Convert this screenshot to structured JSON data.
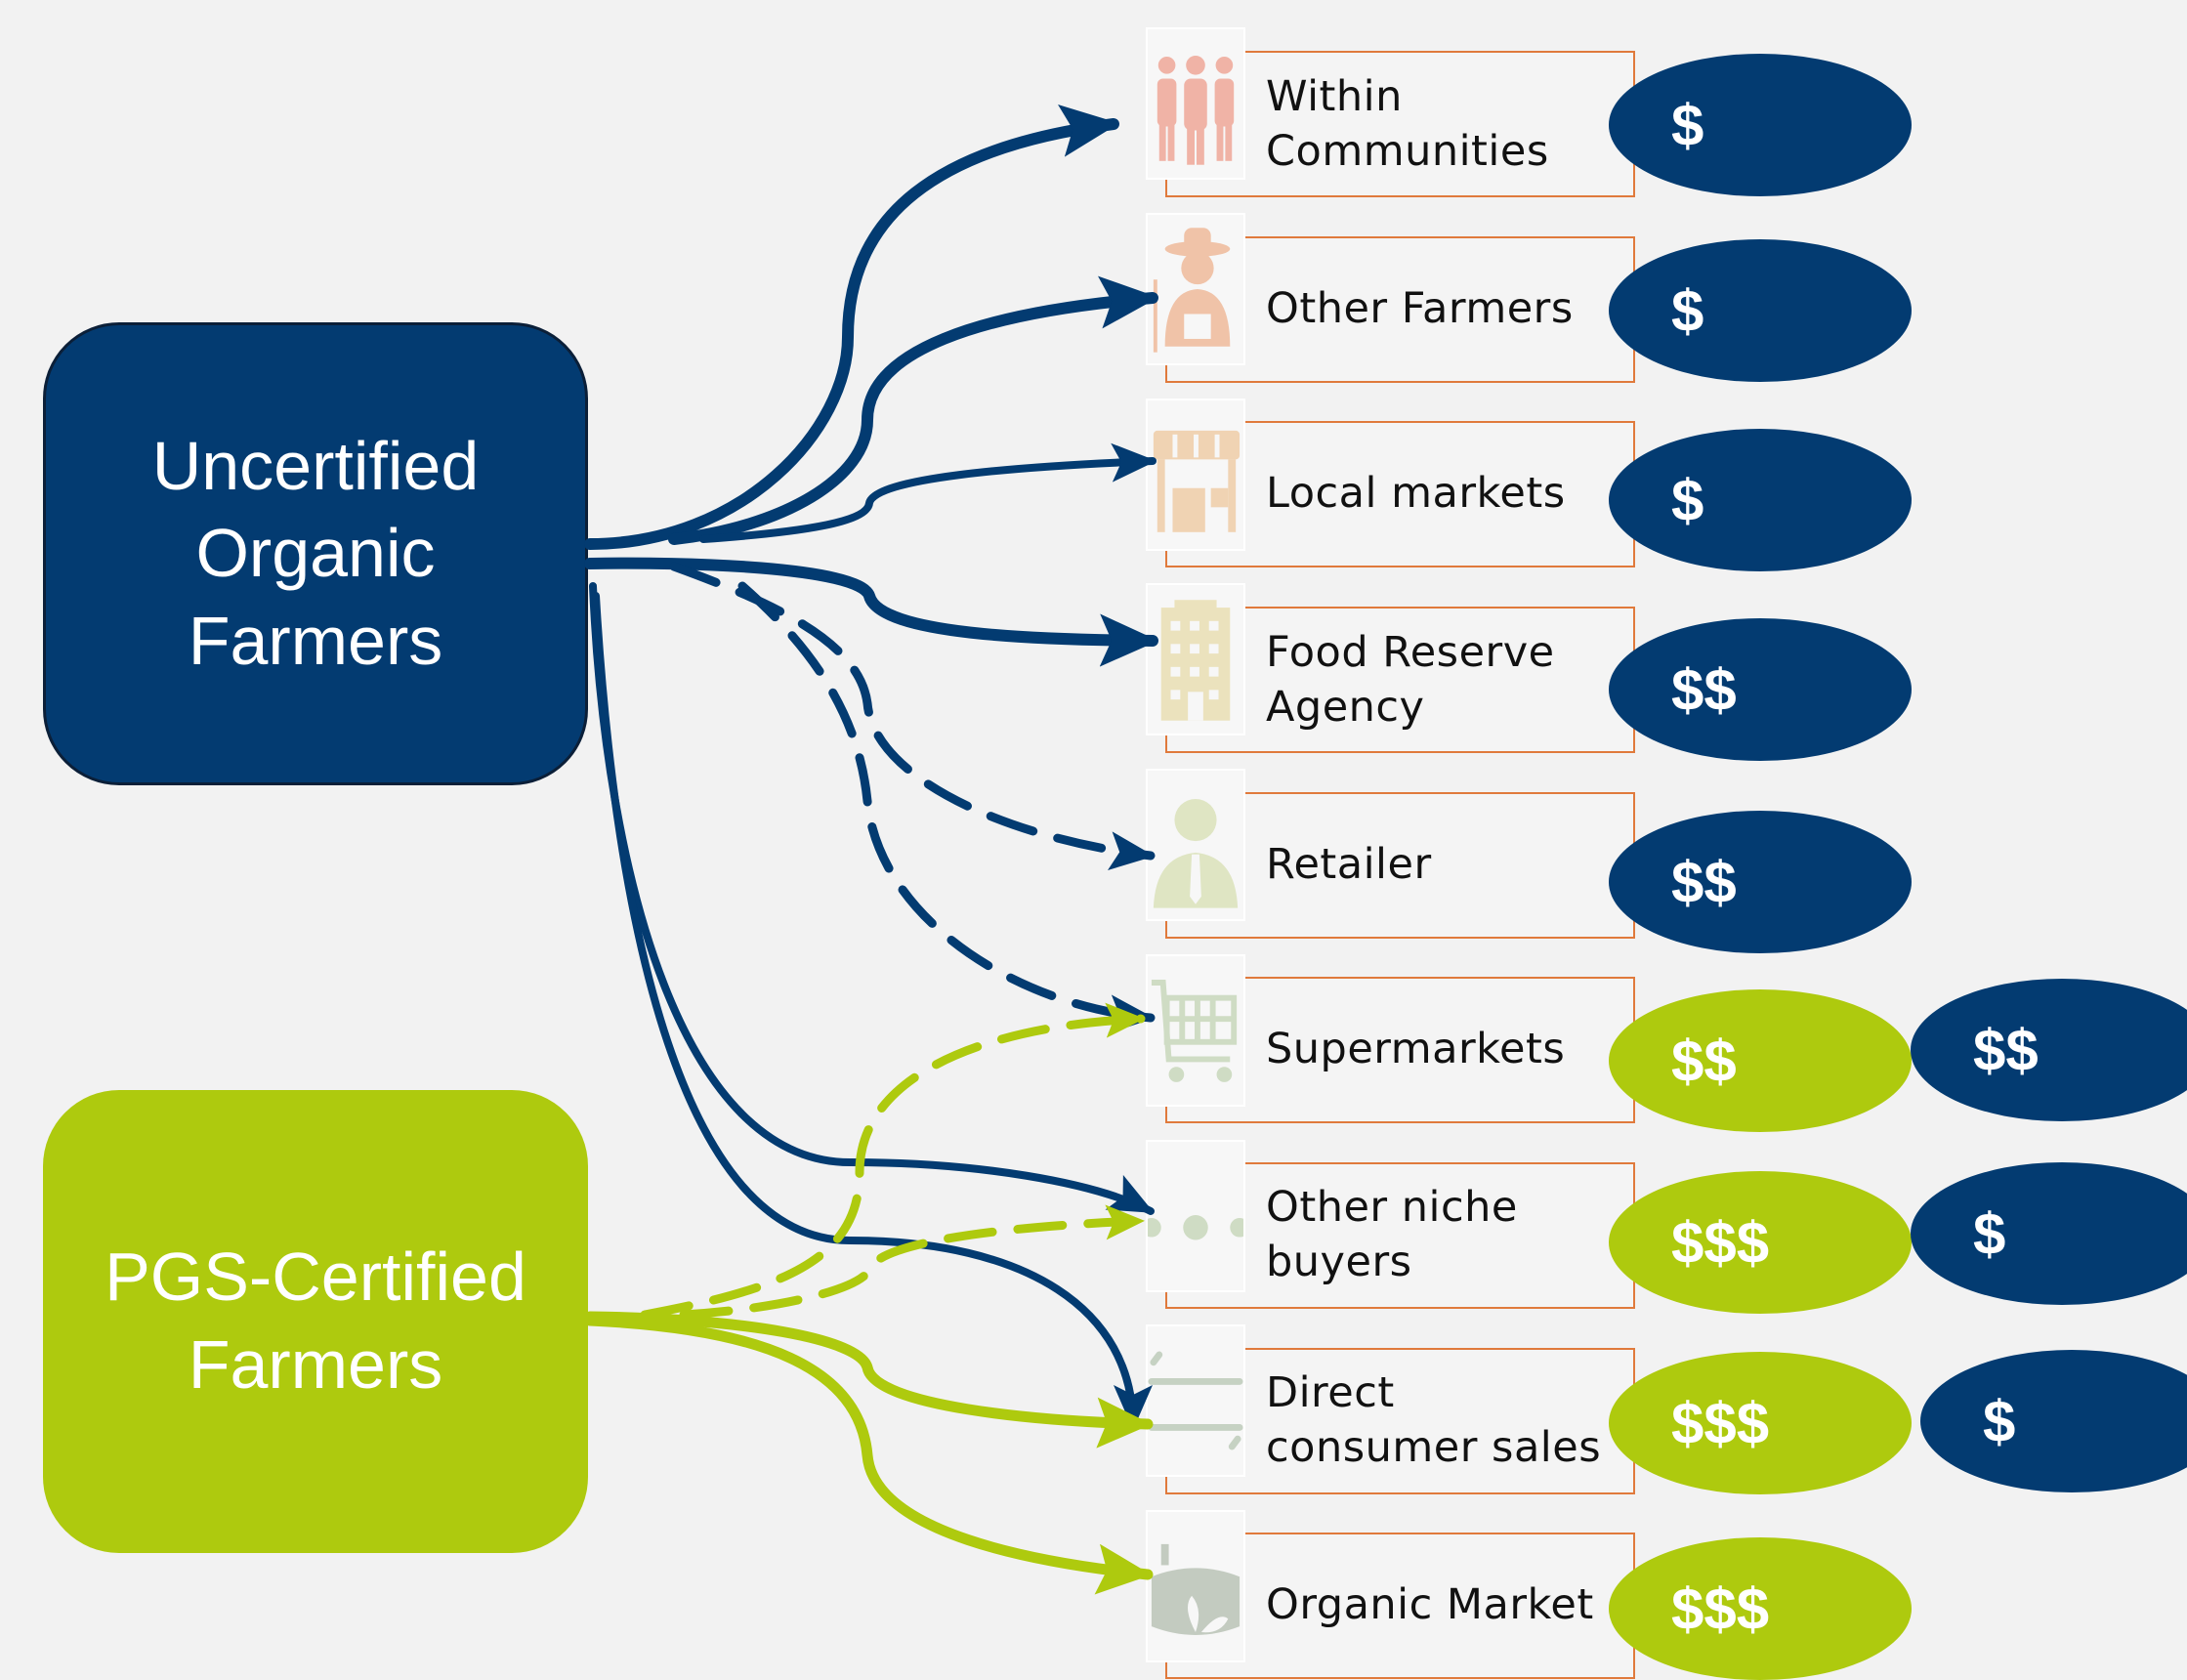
{
  "sources": {
    "uncertified": {
      "label": "Uncertified Organic Farmers",
      "color": "#033b71"
    },
    "pgs": {
      "label": "PGS-Certified Farmers",
      "color": "#aeca0e"
    }
  },
  "destinations": [
    {
      "label": "Within\nCommunities",
      "icon": "community-people-icon"
    },
    {
      "label": "Other Farmers",
      "icon": "farmer-icon"
    },
    {
      "label": "Local markets",
      "icon": "market-stall-icon"
    },
    {
      "label": "Food Reserve\nAgency",
      "icon": "building-icon"
    },
    {
      "label": "Retailer",
      "icon": "businessman-icon"
    },
    {
      "label": "Supermarkets",
      "icon": "shopping-cart-icon"
    },
    {
      "label": "Other niche\nbuyers",
      "icon": "ellipsis-icon"
    },
    {
      "label": "Direct\nconsumer sales",
      "icon": "handshake-icon"
    },
    {
      "label": "Organic Market",
      "icon": "organic-leaf-icon"
    }
  ],
  "prices": [
    {
      "label": "$",
      "color": "blue"
    },
    {
      "label": "$",
      "color": "blue"
    },
    {
      "label": "$",
      "color": "blue"
    },
    {
      "label": "$$",
      "color": "blue"
    },
    {
      "label": "$$",
      "color": "blue"
    },
    {
      "label": "$$",
      "color": "green"
    },
    {
      "label": "$$",
      "color": "blue"
    },
    {
      "label": "$$$",
      "color": "green"
    },
    {
      "label": "$",
      "color": "blue"
    },
    {
      "label": "$$$",
      "color": "green"
    },
    {
      "label": "$",
      "color": "blue"
    },
    {
      "label": "$$$",
      "color": "green"
    }
  ],
  "colors": {
    "navy": "#033b71",
    "lime": "#aeca0e",
    "box_border": "#e07a3c"
  }
}
